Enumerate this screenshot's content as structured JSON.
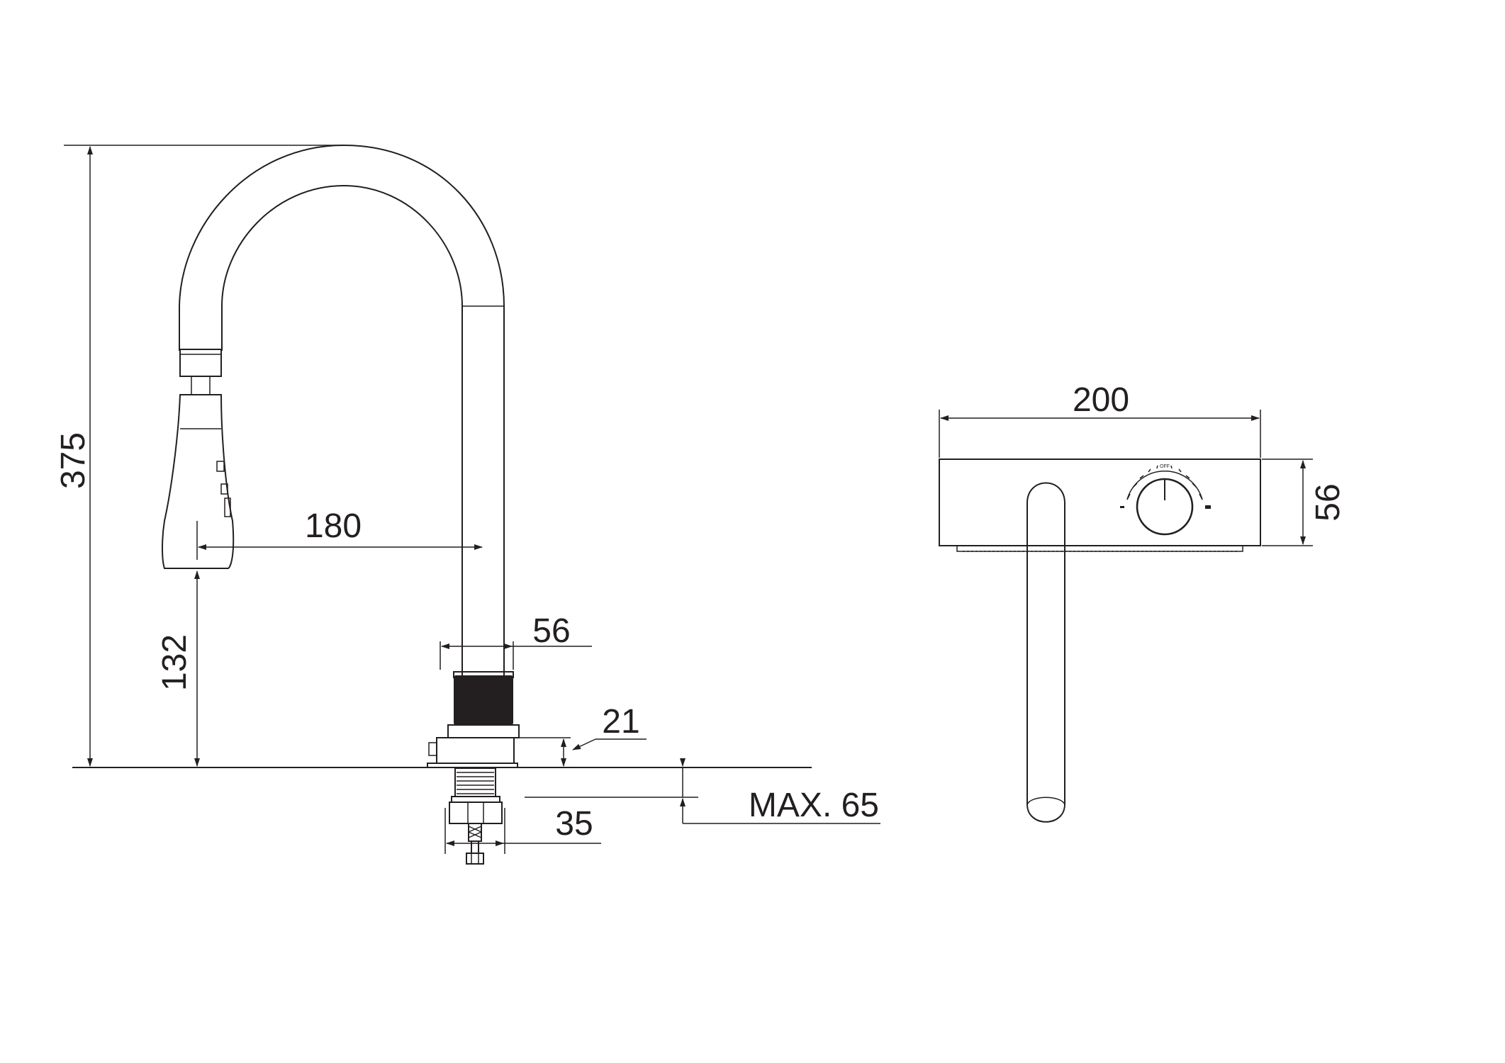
{
  "dimensions": {
    "total_height": "375",
    "head_offset": "180",
    "spout_height": "132",
    "body_diameter": "56",
    "base_height": "21",
    "thread_diameter": "35",
    "max_counter": "MAX. 65",
    "front_width": "200",
    "front_depth": "56"
  },
  "knob_scale": {
    "off_label": "OFF"
  },
  "colors": {
    "line": "#231f20",
    "background": "#ffffff"
  }
}
